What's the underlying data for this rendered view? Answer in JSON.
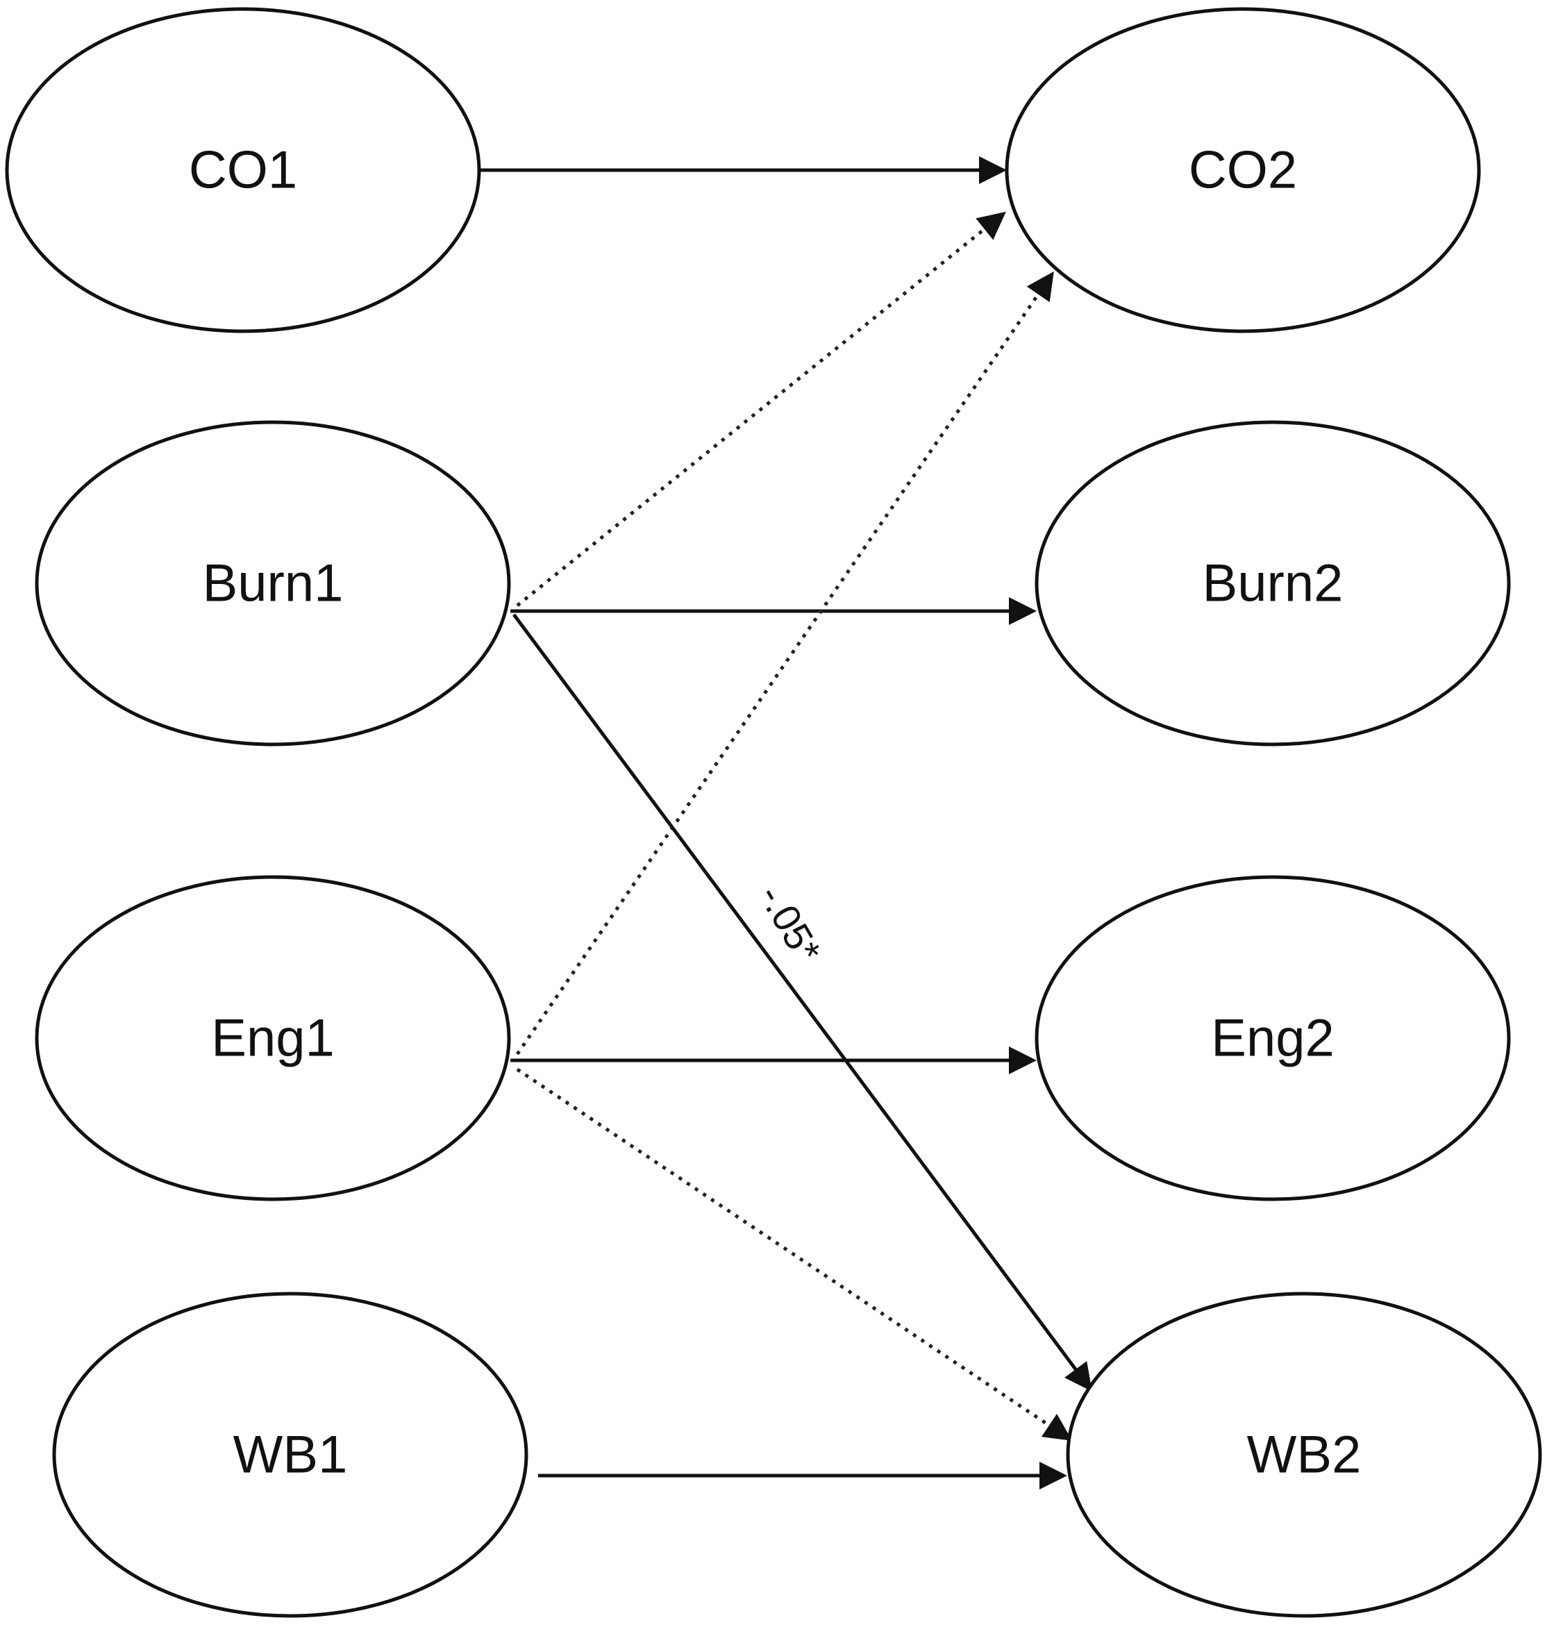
{
  "nodes": [
    {
      "id": "co1",
      "label": "CO1"
    },
    {
      "id": "burn1",
      "label": "Burn1"
    },
    {
      "id": "eng1",
      "label": "Eng1"
    },
    {
      "id": "wb1",
      "label": "WB1"
    },
    {
      "id": "co2",
      "label": "CO2"
    },
    {
      "id": "burn2",
      "label": "Burn2"
    },
    {
      "id": "eng2",
      "label": "Eng2"
    },
    {
      "id": "wb2",
      "label": "WB2"
    }
  ],
  "edges": [
    {
      "from": "co1",
      "to": "co2",
      "style": "solid",
      "label": ""
    },
    {
      "from": "burn1",
      "to": "burn2",
      "style": "solid",
      "label": ""
    },
    {
      "from": "eng1",
      "to": "eng2",
      "style": "solid",
      "label": ""
    },
    {
      "from": "wb1",
      "to": "wb2",
      "style": "solid",
      "label": ""
    },
    {
      "from": "burn1",
      "to": "co2",
      "style": "dotted",
      "label": ""
    },
    {
      "from": "eng1",
      "to": "co2",
      "style": "dotted",
      "label": ""
    },
    {
      "from": "burn1",
      "to": "wb2",
      "style": "solid",
      "label": "-.05*"
    },
    {
      "from": "eng1",
      "to": "wb2",
      "style": "dotted",
      "label": ""
    }
  ]
}
